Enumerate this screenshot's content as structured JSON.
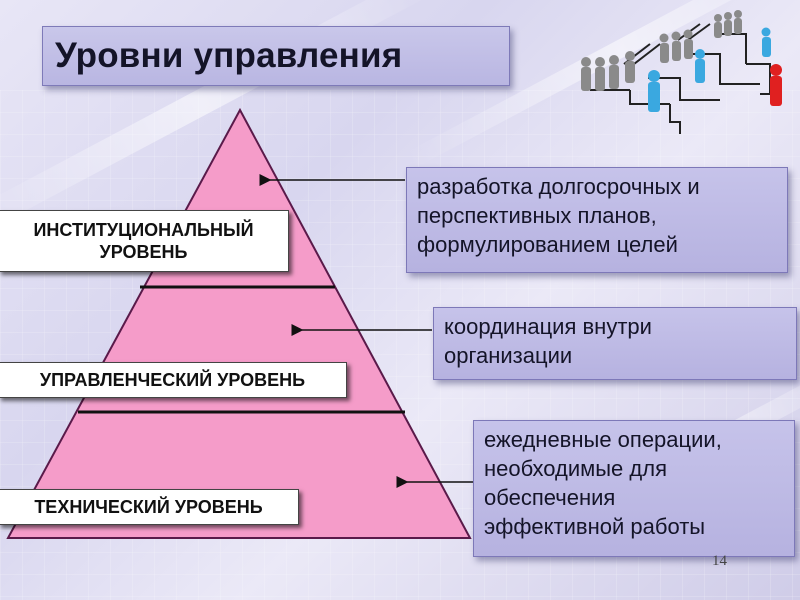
{
  "slide": {
    "title": "Уровни управления",
    "page_number": "14"
  },
  "pyramid": {
    "fill_color": "#f59cc9",
    "outline_color": "#5a1a4a",
    "levels": [
      {
        "label_line1": "ИНСТИТУЦИОНАЛЬНЫЙ",
        "label_line2": "УРОВЕНЬ"
      },
      {
        "label_line1": "УПРАВЛЕНЧЕСКИЙ УРОВЕНЬ"
      },
      {
        "label_line1": "ТЕХНИЧЕСКИЙ УРОВЕНЬ"
      }
    ]
  },
  "descriptions": [
    {
      "line1": "разработка долгосрочных и",
      "line2": "перспективных планов,",
      "line3": "формулированием целей"
    },
    {
      "line1": "координация внутри",
      "line2": "организации"
    },
    {
      "line1": "ежедневные операции,",
      "line2": "необходимые для",
      "line3": "обеспечения",
      "line4": "эффективной работы"
    }
  ],
  "colors": {
    "box_fill": "#bdbae5",
    "leader_figure": "#e02020",
    "manager_figures": "#3aa8e0",
    "worker_figures": "#888888"
  }
}
